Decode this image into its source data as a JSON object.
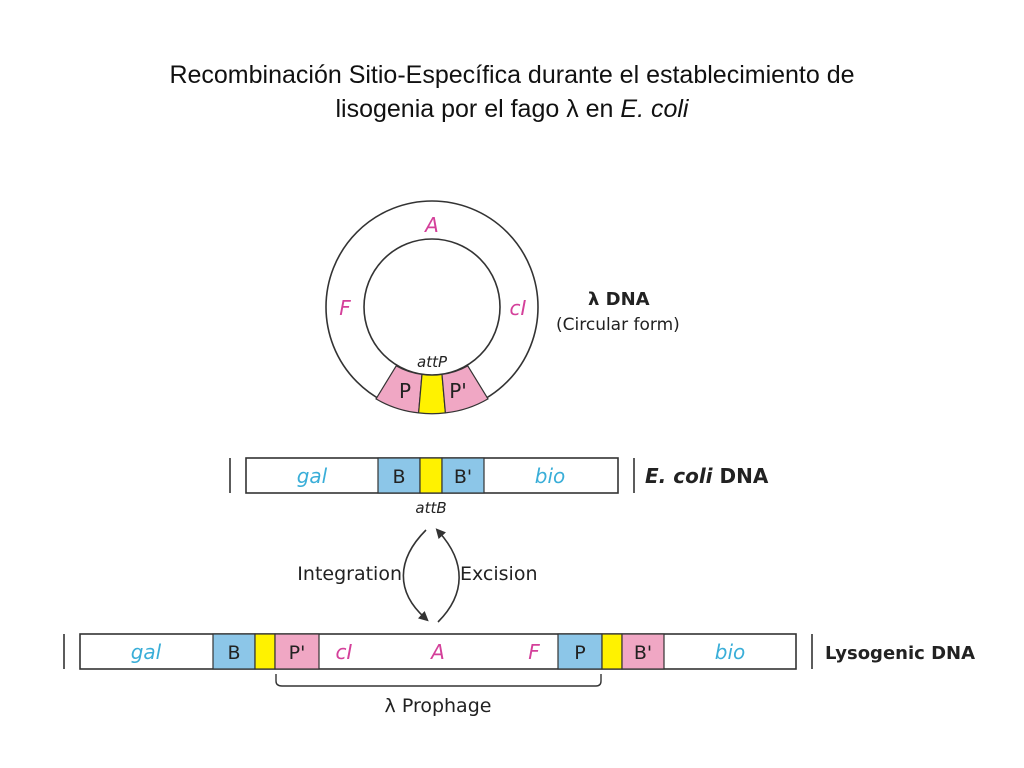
{
  "title": {
    "line1": "Recombinación Sitio-Específica durante el establecimiento de",
    "line2_prefix": "lisogenia por el fago λ en",
    "line2_italic": "E. coli"
  },
  "colors": {
    "magenta_label": "#d4409a",
    "cyan_label": "#3aaed8",
    "pink_segment": "#f0a7c4",
    "blue_segment": "#8cc6e8",
    "yellow_segment": "#fff200",
    "outline": "#333333"
  },
  "circular_dna": {
    "segment_a": "A",
    "segment_f": "F",
    "segment_ci": "cI",
    "site_label": "attP",
    "site_left": "P",
    "site_right": "P'",
    "name": "λ DNA",
    "form": "(Circular form)"
  },
  "ecoli_dna": {
    "gal": "gal",
    "b": "B",
    "b_prime": "B'",
    "bio": "bio",
    "site_label": "attB",
    "name_italic": "E. coli",
    "name_rest": "DNA"
  },
  "arrows": {
    "integration": "Integration",
    "excision": "Excision"
  },
  "lysogenic_dna": {
    "gal": "gal",
    "b": "B",
    "p_prime": "P'",
    "ci": "cI",
    "a": "A",
    "f": "F",
    "p": "P",
    "b_prime": "B'",
    "bio": "bio",
    "name": "Lysogenic DNA",
    "prophage": "λ Prophage"
  }
}
